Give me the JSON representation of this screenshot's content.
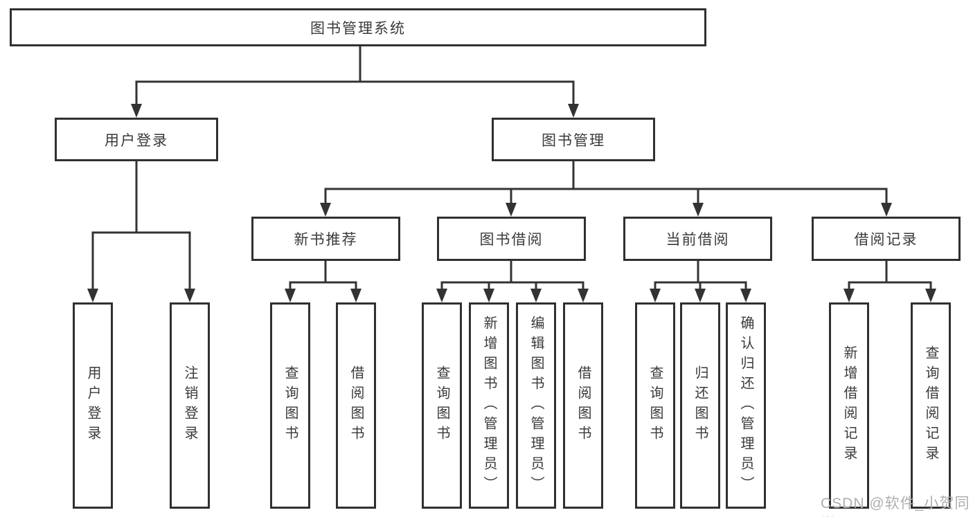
{
  "diagram": {
    "root": {
      "label": "图书管理系统"
    },
    "level2": [
      {
        "label": "用户登录"
      },
      {
        "label": "图书管理"
      }
    ],
    "level3": [
      {
        "label": "新书推荐"
      },
      {
        "label": "图书借阅"
      },
      {
        "label": "当前借阅"
      },
      {
        "label": "借阅记录"
      }
    ],
    "leaves": {
      "user_login": [
        {
          "label": "用户登录"
        },
        {
          "label": "注销登录"
        }
      ],
      "new_book": [
        {
          "label": "查询图书"
        },
        {
          "label": "借阅图书"
        }
      ],
      "book_borrow": [
        {
          "label": "查询图书"
        },
        {
          "label": "新增图书（管理员）"
        },
        {
          "label": "编辑图书（管理员）"
        },
        {
          "label": "借阅图书"
        }
      ],
      "current_borrow": [
        {
          "label": "查询图书"
        },
        {
          "label": "归还图书"
        },
        {
          "label": "确认归还（管理员）"
        }
      ],
      "borrow_record": [
        {
          "label": "新增借阅记录"
        },
        {
          "label": "查询借阅记录"
        }
      ]
    }
  },
  "watermark": {
    "text": "CSDN @软件_小贺同学"
  },
  "colors": {
    "line": "#333333",
    "border": "#303030",
    "text": "#3a3a3a",
    "background": "#ffffff",
    "watermark": "#aeaeae"
  }
}
